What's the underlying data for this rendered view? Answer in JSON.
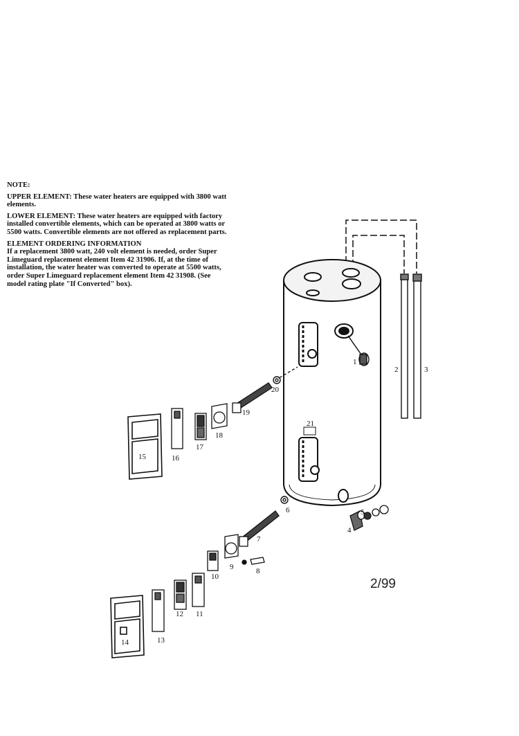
{
  "note": {
    "title": "NOTE:",
    "upper_heading": "UPPER ELEMENT:",
    "upper_text": "These water heaters are equipped with 3800 watt elements.",
    "lower_heading": "LOWER ELEMENT:",
    "lower_text": "These water heaters are equipped with factory installed convertible elements, which can be operated at 3800 watts or 5500 watts. Convertible elements are not offered as replacement parts.",
    "ordering_heading": "ELEMENT ORDERING INFORMATION",
    "ordering_text": "If a replacement 3800 watt, 240 volt element is needed, order Super Limeguard replacement element Item 42 31906. If, at the time of installation, the water heater was converted to operate at 5500 watts, order Super Limeguard replacement element Item 42 31908. (See model rating plate \"If Converted\" box)."
  },
  "date_code": "2/99",
  "callouts": [
    "1",
    "2",
    "3",
    "4",
    "5",
    "6",
    "7",
    "8",
    "9",
    "10",
    "11",
    "12",
    "13",
    "14",
    "15",
    "16",
    "17",
    "18",
    "19",
    "20",
    "21"
  ]
}
